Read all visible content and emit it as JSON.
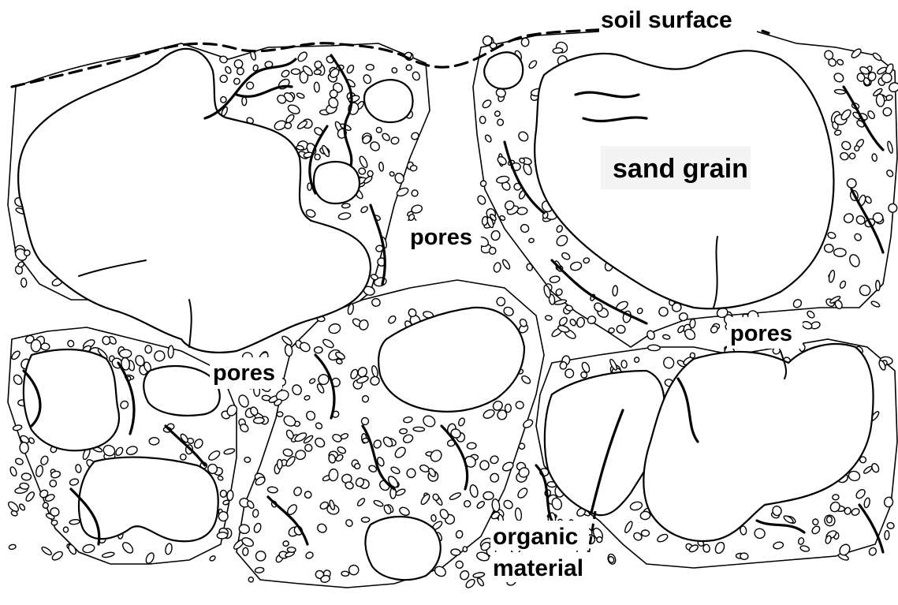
{
  "labels": {
    "soil_surface": "soil surface",
    "sand_grain": "sand grain",
    "pores_1": "pores",
    "pores_2": "pores",
    "pores_3": "pores",
    "organic": "organic",
    "material": "material"
  },
  "colors": {
    "ink": "#000000",
    "paper": "#ffffff"
  }
}
